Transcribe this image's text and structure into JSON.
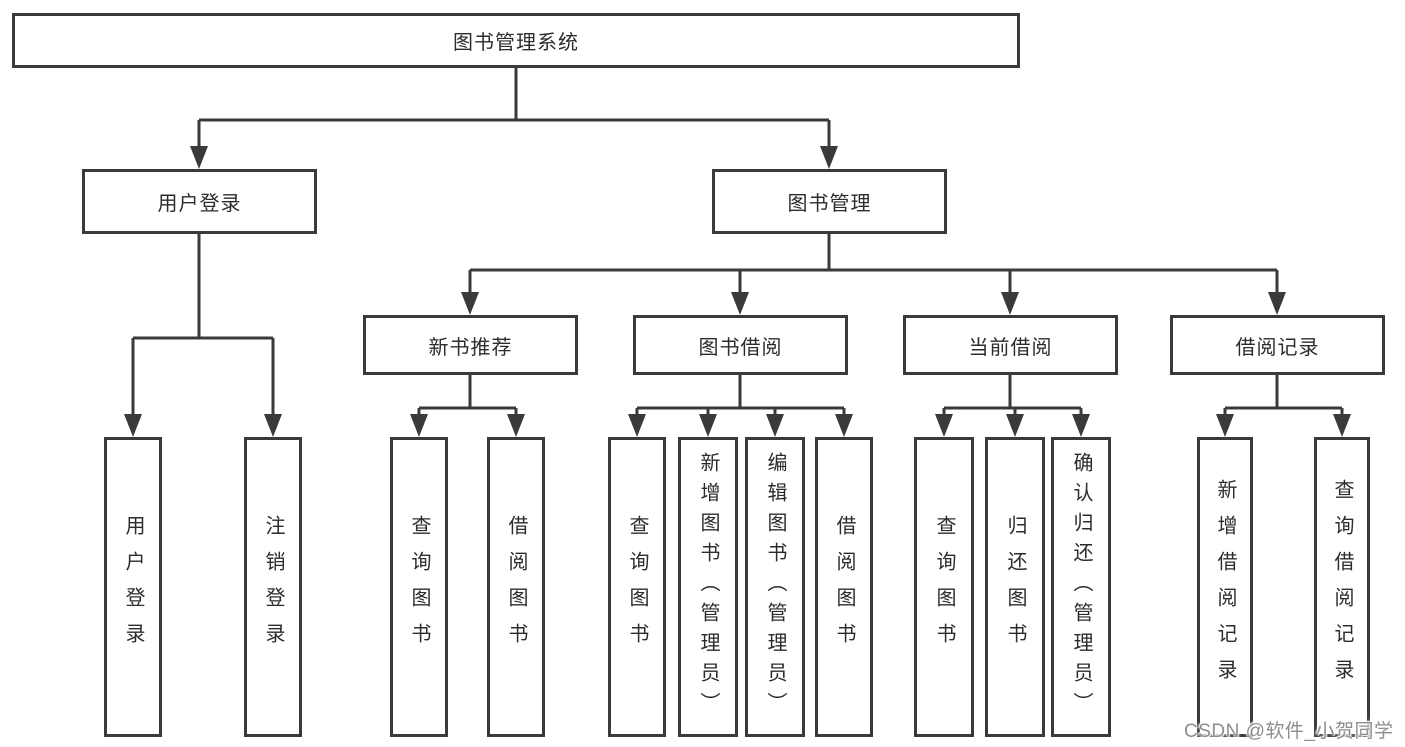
{
  "diagram": {
    "root": {
      "label": "图书管理系统"
    },
    "branches": [
      {
        "label": "用户登录",
        "children": [
          {
            "label": "用户登录"
          },
          {
            "label": "注销登录"
          }
        ]
      },
      {
        "label": "图书管理",
        "children": [
          {
            "label": "新书推荐",
            "children": [
              {
                "label": "查询图书"
              },
              {
                "label": "借阅图书"
              }
            ]
          },
          {
            "label": "图书借阅",
            "children": [
              {
                "label": "查询图书"
              },
              {
                "label": "新增图书（管理员）"
              },
              {
                "label": "编辑图书（管理员）"
              },
              {
                "label": "借阅图书"
              }
            ]
          },
          {
            "label": "当前借阅",
            "children": [
              {
                "label": "查询图书"
              },
              {
                "label": "归还图书"
              },
              {
                "label": "确认归还（管理员）"
              }
            ]
          },
          {
            "label": "借阅记录",
            "children": [
              {
                "label": "新增借阅记录"
              },
              {
                "label": "查询借阅记录"
              }
            ]
          }
        ]
      }
    ]
  },
  "watermark": {
    "text": "CSDN @软件_小贺同学"
  },
  "colors": {
    "line": "#3a3a3a",
    "box_border": "#3a3a3a",
    "box_fill": "#ffffff",
    "text": "#2c2c2c",
    "background": "#ffffff",
    "watermark_text": "#8e8e8e"
  }
}
